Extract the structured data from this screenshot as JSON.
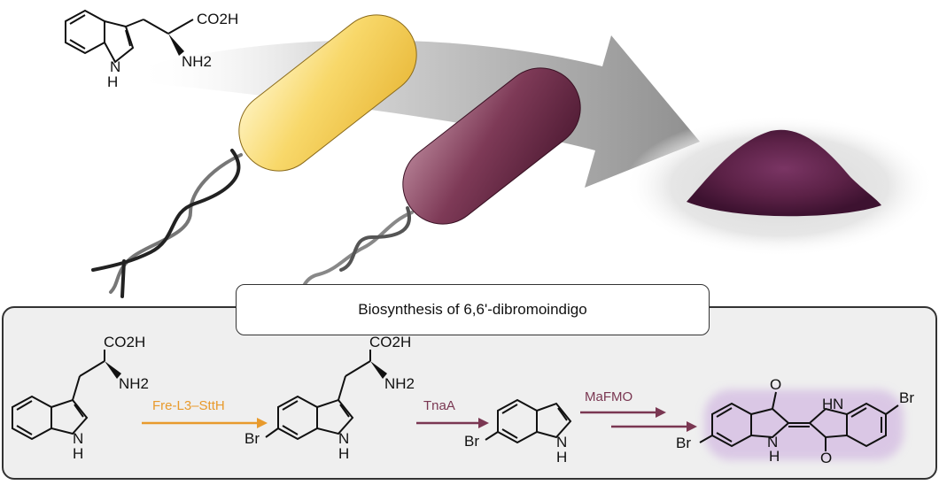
{
  "banner": {
    "title": "Biosynthesis of 6,6'-dibromoindigo"
  },
  "top_molecule": {
    "label_acid": "CO2H",
    "label_amine": "NH2",
    "label_nh": "H",
    "label_n": "N"
  },
  "steps": [
    {
      "enzyme": "Fre-L3–SttH",
      "color": "#e89a2c"
    },
    {
      "enzyme": "TnaA",
      "color": "#7a3752"
    },
    {
      "enzyme": "MaFMO",
      "color": "#7a3752"
    }
  ],
  "molecules": {
    "trp": {
      "acid": "CO2H",
      "amine": "NH2",
      "n": "N",
      "h": "H"
    },
    "br_trp": {
      "acid": "CO2H",
      "amine": "NH2",
      "n": "N",
      "h": "H",
      "br": "Br"
    },
    "br_indole": {
      "n": "N",
      "h": "H",
      "br": "Br"
    },
    "dibromoindigo": {
      "o1": "O",
      "o2": "O",
      "h1": "H",
      "n1": "N",
      "h2": "H",
      "n2": "N",
      "br1": "Br",
      "br2": "Br"
    }
  },
  "colors": {
    "cell_yellow": "#f6cf55",
    "cell_purple": "#7a3752",
    "arrow_gray": "#9a9a9a",
    "powder": "#5b2146",
    "glow": "#c9a8dd"
  }
}
